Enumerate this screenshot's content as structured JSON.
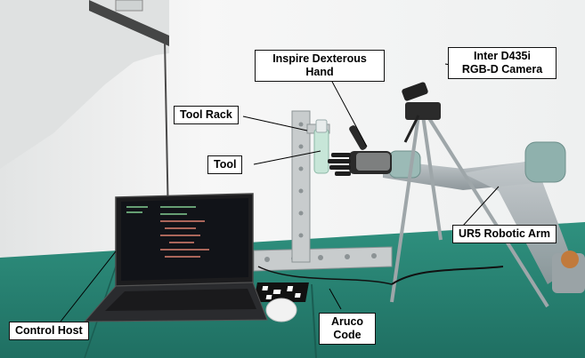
{
  "annotations": {
    "inspire_hand": {
      "line1": "Inspire Dexterous",
      "line2": "Hand"
    },
    "camera": {
      "line1": "Inter D435i",
      "line2": "RGB-D Camera"
    },
    "tool_rack": {
      "text": "Tool Rack"
    },
    "tool": {
      "text": "Tool"
    },
    "ur5_arm": {
      "text": "UR5 Robotic Arm"
    },
    "control_host": {
      "text": "Control Host"
    },
    "aruco_code": {
      "line1": "Aruco",
      "line2": "Code"
    }
  },
  "colors": {
    "table": "#2b8a78",
    "wall": "#f0f1f1",
    "arm": "#a8b0b4",
    "arm_joint": "#7fa6a2",
    "rack": "#c8cccd",
    "callout_border": "#111111"
  }
}
